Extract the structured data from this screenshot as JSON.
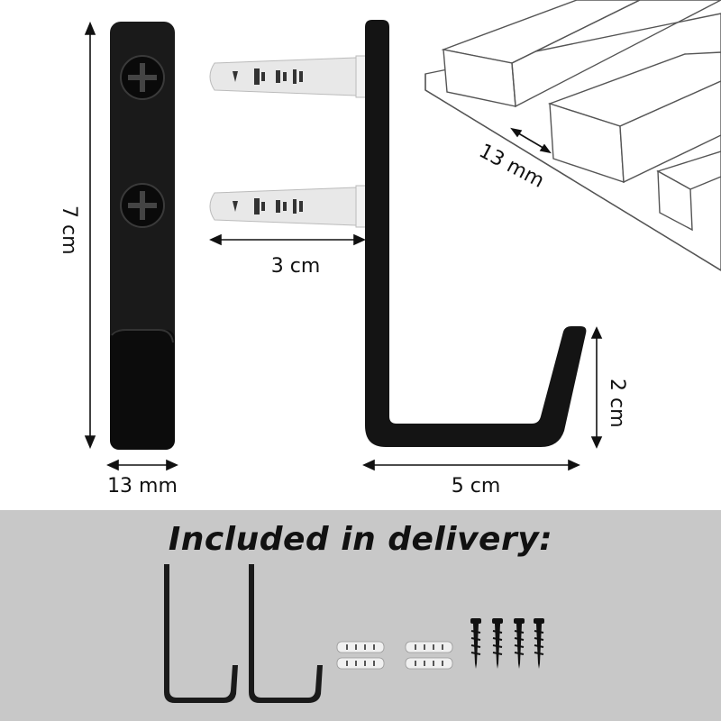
{
  "dimensions": {
    "height": "7 cm",
    "width": "13 mm",
    "depth": "3 cm",
    "hook_length": "5 cm",
    "hook_rise": "2 cm",
    "slat_gap": "13 mm"
  },
  "footer": {
    "title": "Included in delivery:"
  },
  "colors": {
    "hook": "#111111",
    "footer_background": "#c8c8c8",
    "anchor": "#e6e6e6",
    "outline": "#555555"
  },
  "icons": [
    "hook-icon",
    "wall-plug-icon",
    "screw-icon",
    "slatted-wall-icon"
  ]
}
